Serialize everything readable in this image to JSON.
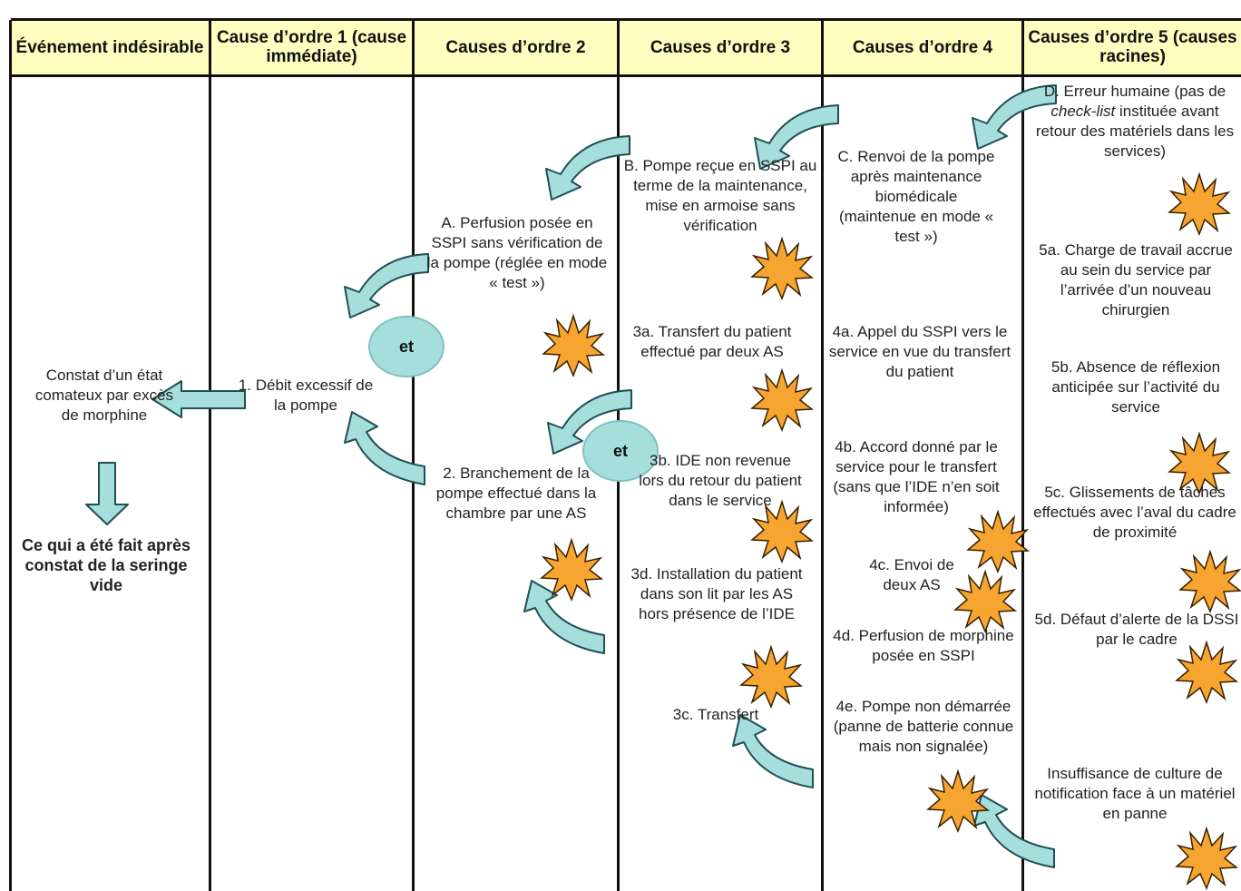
{
  "headers": {
    "c0": "Événement indésirable",
    "c1": "Cause d’ordre 1 (cause immédiate)",
    "c2": "Causes d’ordre 2",
    "c3": "Causes d’ordre 3",
    "c4": "Causes d’ordre 4",
    "c5": "Causes d’ordre 5 (causes racines)"
  },
  "col0": {
    "constat": "Constat d’un état comateux par excès de morphine",
    "action": "Ce qui a été fait après constat de la seringe vide"
  },
  "col1": {
    "item1": "1. Débit excessif de la pompe",
    "et": "et"
  },
  "col2": {
    "itemA": "A. Perfusion posée en SSPI sans vérification de la pompe (réglée en mode « test »)",
    "item2": "2. Branchement de la pompe effectué dans la chambre par une AS",
    "et": "et"
  },
  "col3": {
    "itemB": "B. Pompe reçue en SSPI au terme de la maintenance, mise en armoise sans vérification",
    "item3a": "3a. Transfert du patient effectué par deux AS",
    "item3b": "3b. IDE non revenue lors du retour du patient dans le service",
    "item3d": "3d. Installation du patient dans son lit par les AS hors présence de l’IDE",
    "item3c": "3c. Transfert"
  },
  "col4": {
    "itemC": "C. Renvoi de la pompe après maintenance biomédicale (maintenue en mode « test »)",
    "item4a": "4a. Appel du SSPI vers le service en vue du transfert du patient",
    "item4b": "4b. Accord donné par le service pour le transfert (sans que l’IDE n’en soit informée)",
    "item4c": "4c. Envoi de deux AS",
    "item4d": "4d. Perfusion de morphine posée en SSPI",
    "item4e": "4e. Pompe non démarrée (panne de batterie connue mais non signalée)"
  },
  "col5": {
    "itemD_pre": "D. Erreur humaine (pas de ",
    "itemD_em": "check-list",
    "itemD_post": " instituée avant retour des matériels dans les services)",
    "item5a": "5a. Charge de travail accrue au sein du service par l’arrivée d’un nouveau chirurgien",
    "item5b": "5b. Absence de réflexion anticipée sur l’activité du service",
    "item5c": "5c. Glissements de tâches effectués avec l’aval du cadre de proximité",
    "item5d": "5d. Défaut d’alerte de la DSSI par le cadre",
    "itemInsuf": "Insuffisance de culture de notification face à un matériel en panne"
  },
  "colors": {
    "header_bg": "#FFFDBF",
    "arrow_fill": "#A6DEDC",
    "arrow_stroke": "#1f4f55",
    "burst_fill": "#F7A531",
    "line": "#111111"
  }
}
